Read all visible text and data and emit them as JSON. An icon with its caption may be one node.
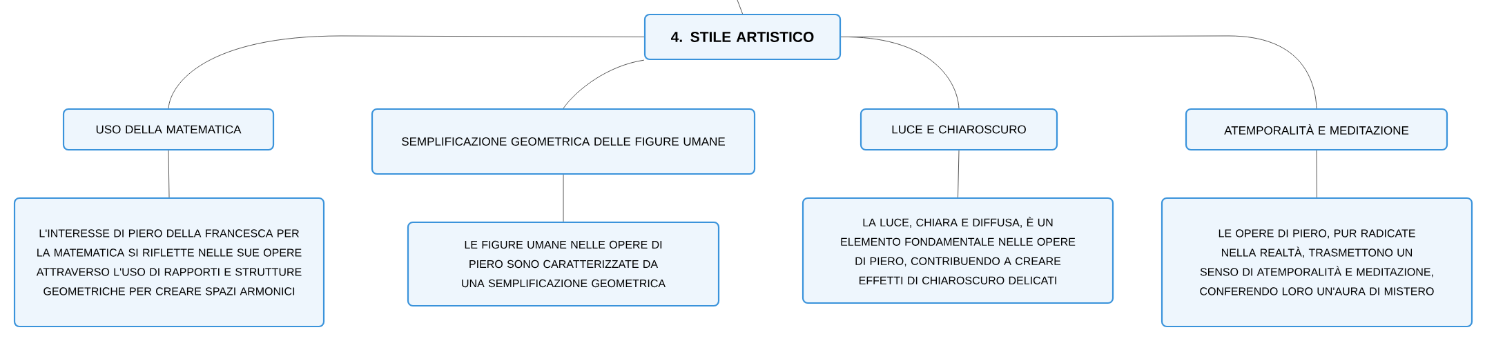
{
  "diagram": {
    "nodes": [
      {
        "text": [
          "4. STILE ARTISTICO"
        ]
      },
      {
        "text": [
          "USO DELLA MATEMATICA"
        ]
      },
      {
        "text": [
          "SEMPLIFICAZIONE GEOMETRICA DELLE FIGURE UMANE"
        ]
      },
      {
        "text": [
          "LUCE E CHIAROSCURO"
        ]
      },
      {
        "text": [
          "ATEMPORALITÀ E MEDITAZIONE"
        ]
      },
      {
        "text": [
          "L'INTERESSE DI PIERO DELLA FRANCESCA PER LA MATEMATICA SI RIFLETTE NELLE SUE OPERE ATTRAVERSO L'USO DI RAPPORTI E STRUTTURE GEOMETRICHE PER CREARE SPAZI ARMONICI"
        ]
      },
      {
        "text": [
          "LE FIGURE UMANE NELLE OPERE DI PIERO SONO CARATTERIZZATE DA UNA SEMPLIFICAZIONE GEOMETRICA"
        ]
      },
      {
        "text": [
          "LA LUCE, CHIARA E DIFFUSA, È UN ELEMENTO FONDAMENTALE NELLE OPERE DI PIERO, CONTRIBUENDO A CREARE EFFETTI DI CHIAROSCURO DELICATI"
        ]
      },
      {
        "text": [
          "LE OPERE DI PIERO, PUR RADICATE NELLA REALTÀ, TRASMETTONO UN SENSO DI ATEMPORALITÀ E MEDITAZIONE, CONFERENDO LORO UN'AURA DI MISTERO"
        ]
      }
    ],
    "edges": [
      {
        "from": null,
        "to": 0,
        "arrow": "none"
      },
      {
        "from": 0,
        "to": 1,
        "arrow": "none"
      },
      {
        "from": 0,
        "to": 2,
        "arrow": "none"
      },
      {
        "from": 0,
        "to": 3,
        "arrow": "none"
      },
      {
        "from": 0,
        "to": 4,
        "arrow": "none"
      },
      {
        "from": 1,
        "to": 5,
        "arrow": "none"
      },
      {
        "from": 2,
        "to": 6,
        "arrow": "none"
      },
      {
        "from": 3,
        "to": 7,
        "arrow": "none"
      },
      {
        "from": 4,
        "to": 8,
        "arrow": "none"
      }
    ]
  }
}
